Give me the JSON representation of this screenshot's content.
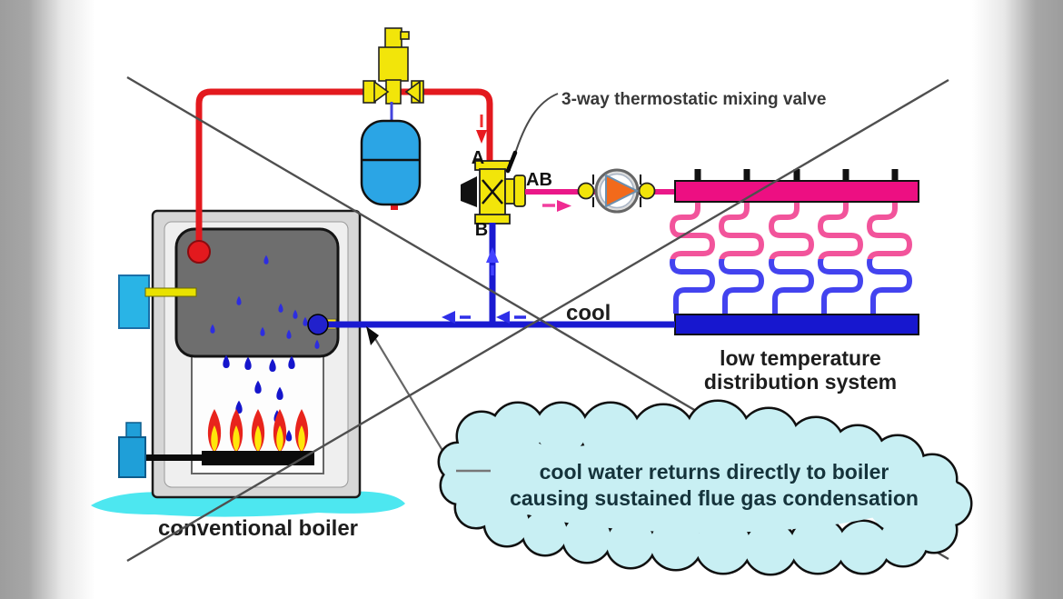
{
  "diagram": {
    "valve_label": "3-way thermostatic mixing valve",
    "ports": {
      "a": "A",
      "ab": "AB",
      "b": "B"
    },
    "cool_label": "cool",
    "distribution_line1": "low temperature",
    "distribution_line2": "distribution system",
    "boiler_label": "conventional boiler",
    "callout_line1": "cool water returns directly to boiler",
    "callout_line2": "causing sustained flue gas condensation",
    "colors": {
      "supply_red": "#e3191e",
      "return_blue": "#1a1ad1",
      "mixed_flow_pink": "#ea1889",
      "supply_manifold_pink": "#ed0f82",
      "return_manifold_blue": "#1717cf",
      "coil_warm_pink": "#f2549b",
      "coil_cool_blue": "#4343ef",
      "brass_yellow": "#f2e50a",
      "expansion_tank_blue": "#2ba5e5",
      "pump_orange": "#f26a1b",
      "condensate_cyan": "#4de7f0",
      "cloud_fill": "#c8eff3",
      "crossout_gray": "#4f4f4f"
    }
  }
}
